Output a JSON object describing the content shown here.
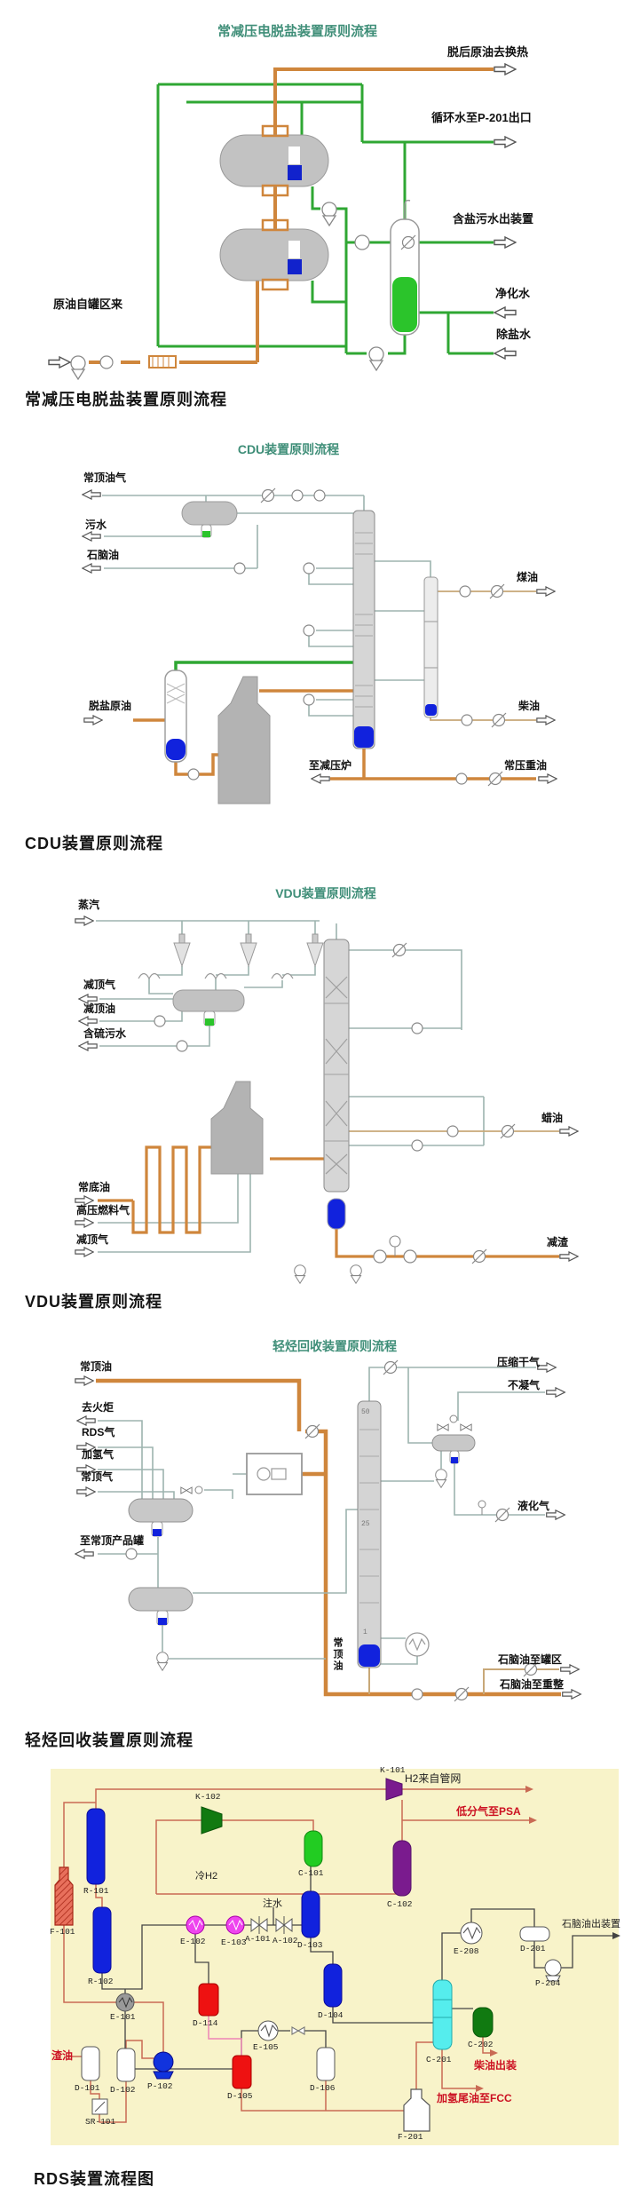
{
  "colors": {
    "title_teal": "#3f8e78",
    "pipe_orange": "#cf863c",
    "pipe_green": "#2fa733",
    "pipe_gray": "#9db4af",
    "rds_background": "#f8f3c9",
    "rds_line_red": "#c96a54",
    "red_text": "#cc1122"
  },
  "diagram1": {
    "title": "常减压电脱盐装置原则流程",
    "caption": "常减压电脱盐装置原则流程",
    "labels": {
      "out_heat": "脱后原油去换热",
      "circ_water": "循环水至P-201出口",
      "salty_water": "含盐污水出装置",
      "purified_water": "净化水",
      "desalted_water": "除盐水",
      "crude_in": "原油自罐区来"
    }
  },
  "diagram2": {
    "title": "CDU装置原则流程",
    "caption": "CDU装置原则流程",
    "labels": {
      "top_gas": "常顶油气",
      "waste_water": "污水",
      "naphtha": "石脑油",
      "desalted_crude": "脱盐原油",
      "kerosene": "煤油",
      "diesel": "柴油",
      "to_vacuum_furnace": "至减压炉",
      "atm_heavy_oil": "常压重油"
    }
  },
  "diagram3": {
    "title": "VDU装置原则流程",
    "caption": "VDU装置原则流程",
    "labels": {
      "steam": "蒸汽",
      "vac_top_gas": "减顶气",
      "vac_top_oil": "减顶油",
      "sour_water": "含硫污水",
      "atm_bottom_oil": "常底油",
      "hp_fuel_gas": "高压燃料气",
      "vac_top_gas2": "减顶气",
      "wax_oil": "蜡油",
      "vac_residue": "减渣"
    }
  },
  "diagram4": {
    "title": "轻烃回收装置原则流程",
    "caption": "轻烃回收装置原则流程",
    "labels": {
      "atm_top_oil": "常顶油",
      "to_flare": "去火炬",
      "rds_gas": "RDS气",
      "hydrogen_gas": "加氢气",
      "atm_top_gas": "常顶气",
      "to_product_tank": "至常顶产品罐",
      "compressed_dry_gas": "压缩干气",
      "non_condensable_gas": "不凝气",
      "lpg": "液化气",
      "naphtha_to_tank": "石脑油至罐区",
      "naphtha_to_reformer": "石脑油至重整",
      "feed_oil_vertical": "常顶油",
      "tray_50": "50",
      "tray_25": "25",
      "tray_1": "1"
    }
  },
  "diagram5": {
    "caption": "RDS装置流程图",
    "streams": {
      "h2_from_grid": "H2来自管网",
      "low_gas_to_psa": "低分气至PSA",
      "cold_h2": "冷H2",
      "water_injection": "注水",
      "residue_oil": "渣油",
      "naphtha_out": "石脑油出装置",
      "diesel_out": "柴油出装",
      "tail_oil_to_fcc": "加氢尾油至FCC"
    },
    "equipment": {
      "k101": "K-101",
      "k102": "K-102",
      "r101": "R-101",
      "r102": "R-102",
      "f101": "F-101",
      "e101": "E-101",
      "e102": "E-102",
      "e103": "E-103",
      "a101": "A-101",
      "a102": "A-102",
      "c101": "C-101",
      "c102": "C-102",
      "d103": "D-103",
      "d104": "D-104",
      "d114": "D-114",
      "e105": "E-105",
      "d101": "D-101",
      "d102": "D-102",
      "sr101": "SR-101",
      "p102": "P-102",
      "d105": "D-105",
      "d106": "D-106",
      "f201": "F-201",
      "c201": "C-201",
      "c202": "C-202",
      "e208": "E-208",
      "d201": "D-201",
      "p204": "P-204"
    }
  }
}
